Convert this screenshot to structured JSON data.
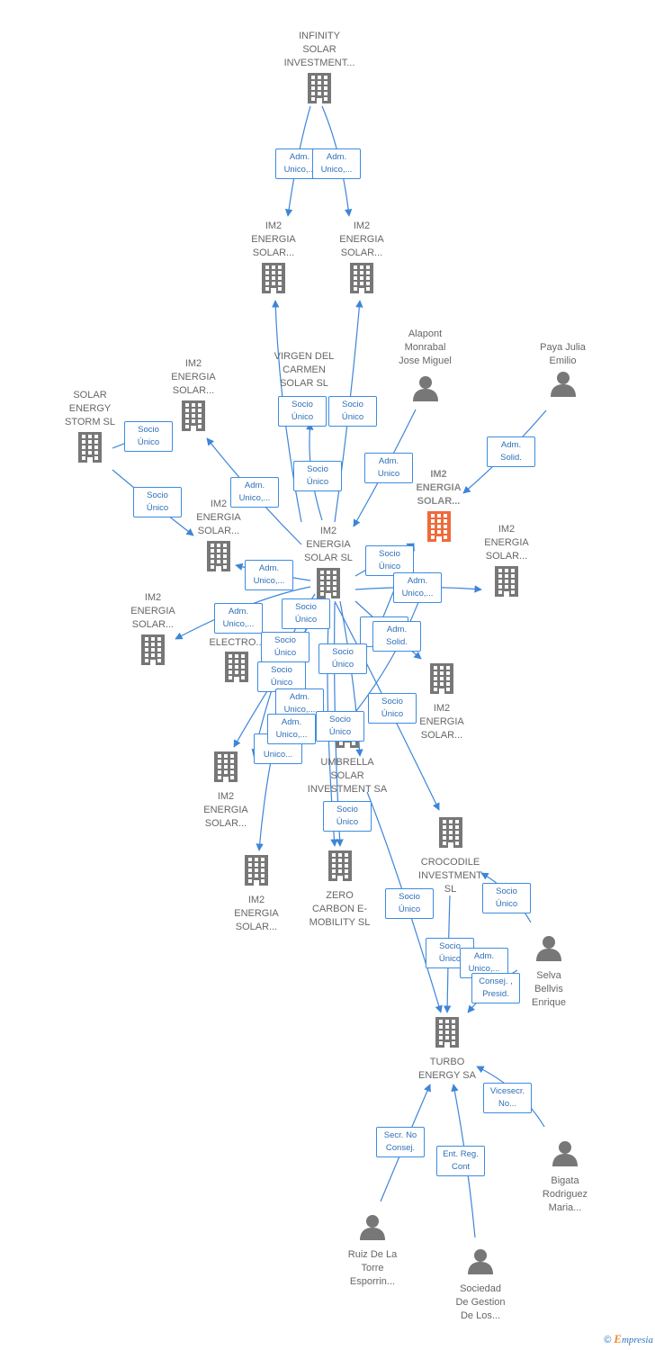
{
  "colors": {
    "building": "#777777",
    "focus": "#ef6a3b",
    "person": "#777777",
    "edge": "#3d85d8"
  },
  "nodes": [
    {
      "id": "infinity",
      "label": "INFINITY\nSOLAR\nINVESTMENT...",
      "icon": "building"
    },
    {
      "id": "im2_a",
      "label": "IM2\nENERGIA\nSOLAR...",
      "icon": "building"
    },
    {
      "id": "im2_b",
      "label": "IM2\nENERGIA\nSOLAR...",
      "icon": "building"
    },
    {
      "id": "alapont",
      "label": "Alapont\nMonrabal\nJose Miguel",
      "icon": "person"
    },
    {
      "id": "paya",
      "label": "Paya Julia\nEmilio",
      "icon": "person"
    },
    {
      "id": "virgen",
      "label": "VIRGEN DEL\nCARMEN\nSOLAR  SL",
      "icon": "none"
    },
    {
      "id": "im2_c",
      "label": "IM2\nENERGIA\nSOLAR...",
      "icon": "building"
    },
    {
      "id": "solar_storm",
      "label": "SOLAR\nENERGY\nSTORM  SL",
      "icon": "building"
    },
    {
      "id": "im2_focus",
      "label": "IM2\nENERGIA\nSOLAR...",
      "icon": "building_focus"
    },
    {
      "id": "im2_d",
      "label": "IM2\nENERGIA\nSOLAR...",
      "icon": "building"
    },
    {
      "id": "im2_center",
      "label": "IM2\nENERGIA\nSOLAR  SL",
      "icon": "building"
    },
    {
      "id": "im2_e",
      "label": "IM2\nENERGIA\nSOLAR...",
      "icon": "building"
    },
    {
      "id": "im2_f",
      "label": "IM2\nENERGIA\nSOLAR...",
      "icon": "building"
    },
    {
      "id": "umbrella_electro",
      "label": "UMBRE...\nELECTRO...",
      "icon": "building"
    },
    {
      "id": "im2_g",
      "label": "IM2\nENERGIA\nSOLAR...",
      "icon": "building"
    },
    {
      "id": "umbrella_inv",
      "label": "UMBRELLA\nSOLAR\nINVESTMENT SA",
      "icon": "building"
    },
    {
      "id": "im2_h",
      "label": "IM2\nENERGIA\nSOLAR...",
      "icon": "building"
    },
    {
      "id": "im2_i",
      "label": "IM2\nENERGIA\nSOLAR...",
      "icon": "building"
    },
    {
      "id": "zero",
      "label": "ZERO\nCARBON E-\nMOBILITY  SL",
      "icon": "building"
    },
    {
      "id": "crocodile",
      "label": "CROCODILE\nINVESTMENT\nSL",
      "icon": "building"
    },
    {
      "id": "selva",
      "label": "Selva\nBellvis\nEnrique",
      "icon": "person"
    },
    {
      "id": "turbo",
      "label": "TURBO\nENERGY SA",
      "icon": "building"
    },
    {
      "id": "bigata",
      "label": "Bigata\nRodriguez\nMaria...",
      "icon": "person"
    },
    {
      "id": "ruiz",
      "label": "Ruiz De La\nTorre\nEsporrin...",
      "icon": "person"
    },
    {
      "id": "sociedad",
      "label": "Sociedad\nDe Gestion\nDe Los...",
      "icon": "person"
    }
  ],
  "badges": [
    "Adm.\nUnico,...",
    "Adm.\nUnico,...",
    "Socio\nÚnico",
    "Socio\nÚnico",
    "Socio\nÚnico",
    "Socio\nÚnico",
    "Socio\nÚnico",
    "Adm.\nUnico",
    "Adm.\nSolid.",
    "Adm.\nUnico,...",
    "Adm.\nUnico,...",
    "Socio\nÚnico",
    "Adm.\nUnico,...",
    "Adm.\nUnico,...",
    "Socio\nÚnico",
    "Adm.\nSolid.",
    "Adm.\nSolid.",
    "Socio\nÚnico",
    "Socio\nÚnico",
    "Socio\nÚnico",
    "Socio\nÚnico",
    "Adm.\nUnico...",
    "Adm.\nUnico,...",
    "Adm.\nUnico,...",
    "Socio\nÚnico",
    "Socio\nÚnico",
    "Socio\nÚnico",
    "Socio\nÚnico",
    "Socio\nÚnico",
    "Adm.\nUnico,...",
    "Consej. ,\nPresid.",
    "Vicesecr.\nNo...",
    "Secr.  No\nConsej.",
    "Ent.  Reg.\nCont"
  ],
  "footer": {
    "copyright": "©",
    "brand_initial": "E",
    "brand_rest": "mpresia"
  }
}
